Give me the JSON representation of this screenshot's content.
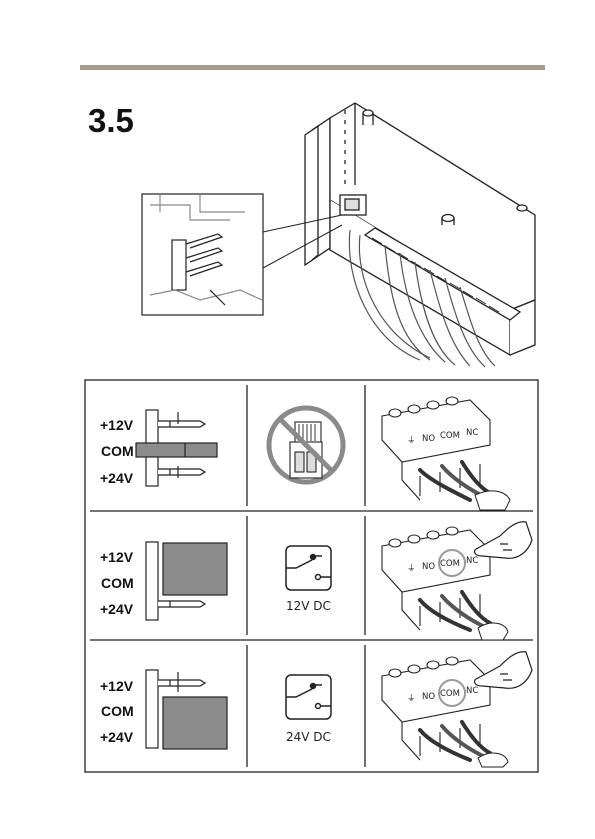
{
  "section": {
    "number": "3.5",
    "rule_color": "#a89a8c"
  },
  "rows": [
    {
      "labels": [
        "+12V",
        "COM",
        "+24V"
      ],
      "jumper": "com-bar",
      "center": {
        "icon": "prohibited-jumper-icon",
        "text": ""
      },
      "terminal": {
        "labels": [
          "⏚",
          "NO",
          "COM",
          "NC"
        ],
        "hand": false,
        "circled": ""
      }
    },
    {
      "labels": [
        "+12V",
        "COM",
        "+24V"
      ],
      "jumper": "upper",
      "center": {
        "icon": "relay-switch-icon",
        "text": "12V DC"
      },
      "terminal": {
        "labels": [
          "⏚",
          "NO",
          "COM",
          "NC"
        ],
        "hand": true,
        "circled": "COM"
      }
    },
    {
      "labels": [
        "+12V",
        "COM",
        "+24V"
      ],
      "jumper": "lower",
      "center": {
        "icon": "relay-switch-icon",
        "text": "24V DC"
      },
      "terminal": {
        "labels": [
          "⏚",
          "NO",
          "COM",
          "NC"
        ],
        "hand": true,
        "circled": "COM"
      }
    }
  ]
}
